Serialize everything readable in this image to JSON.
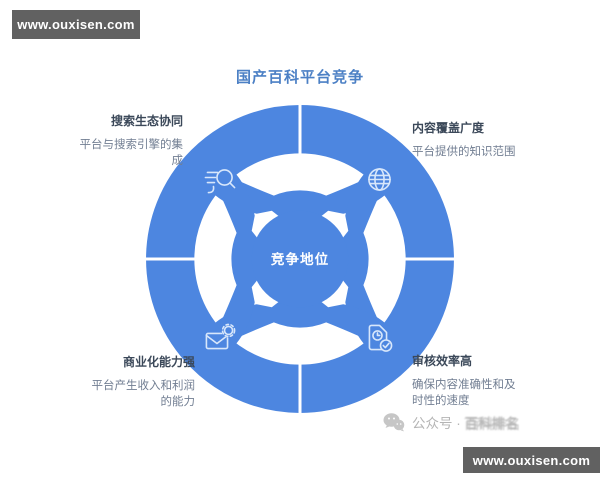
{
  "watermark_bar_top": {
    "text": "www.ouxisen.com"
  },
  "watermark_bar_bottom": {
    "text": "www.ouxisen.com"
  },
  "title": "国产百科平台竞争",
  "center": {
    "label": "竞争地位"
  },
  "quadrants": [
    {
      "position": "top-left",
      "heading": "搜索生态协同",
      "desc": "平台与搜索引擎的集成",
      "icon": "search-speed-lines-icon"
    },
    {
      "position": "top-right",
      "heading": "内容覆盖广度",
      "desc": "平台提供的知识范围",
      "icon": "globe-icon"
    },
    {
      "position": "bottom-left",
      "heading": "商业化能力强",
      "desc": "平台产生收入和利润的能力",
      "icon": "envelope-gear-icon"
    },
    {
      "position": "bottom-right",
      "heading": "审核效率高",
      "desc": "确保内容准确性和及时性的速度",
      "icon": "document-clock-check-icon"
    }
  ],
  "wechat_watermark": {
    "icon": "wechat-icon",
    "prefix": "公众号 · ",
    "garbled": "百科排名"
  },
  "colors": {
    "primary_blue": "#4d86e0",
    "title_blue": "#4c80c5",
    "heading_dark": "#3b4859",
    "desc_gray": "#717e92",
    "bar_gray": "#616161",
    "watermark_gray": "#b5b5b5",
    "icon_stroke": "#d8e7fb"
  }
}
